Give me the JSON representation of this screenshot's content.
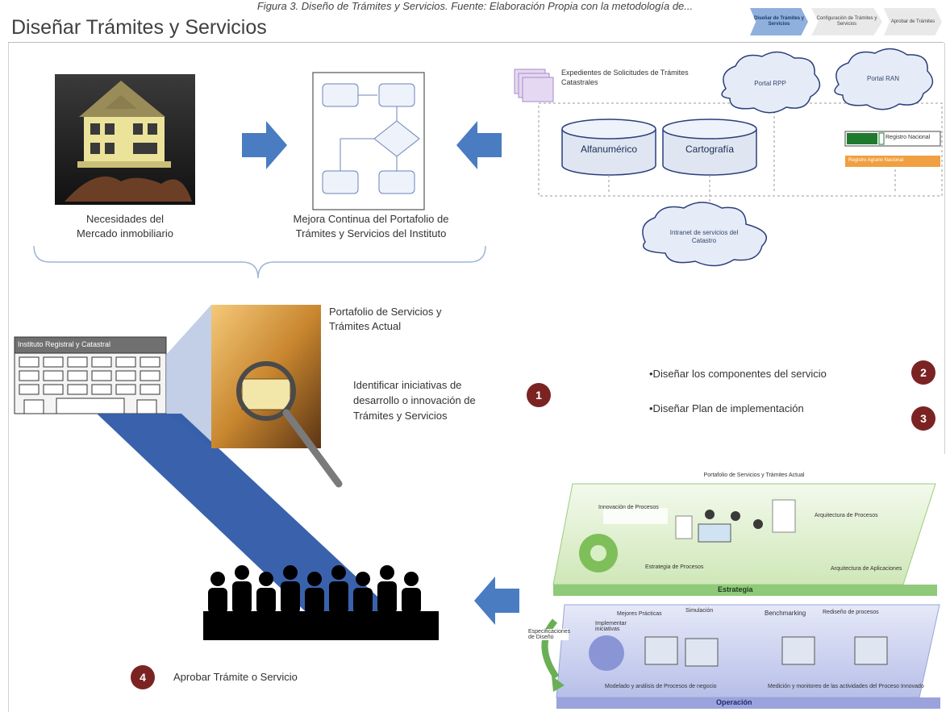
{
  "page": {
    "top_caption": "Figura 3. Diseño de Trámites y Servicios. Fuente: Elaboración Propia con la metodología de...",
    "title": "Diseñar Trámites y Servicios"
  },
  "process_steps": [
    {
      "label": "Diseñar de Trámites y Servicios",
      "active": true
    },
    {
      "label": "Configuración de Trámites y Servicios",
      "active": false
    },
    {
      "label": "Aprobar de Trámites",
      "active": false
    }
  ],
  "diagram": {
    "market_label": "Necesidades del Mercado inmobiliario",
    "portfolio_improvement_label": "Mejora Continua del Portafolio de Trámites y Servicios del Instituto",
    "expedientes_label": "Expedientes de Solicitudes de Trámites Catastrales",
    "db_alfanumerico": "Alfanumérico",
    "db_cartografia": "Cartografía",
    "cloud_rpp": "Portal RPP",
    "cloud_ran": "Portal RAN",
    "cloud_intranet": "Intranet de servicios del Catastro",
    "registro_nacional": "Registro Nacional",
    "orange_bar_text": "Registro Agrario Nacional",
    "building_sign": "Instituto Registral y Catastral",
    "current_portfolio_label": "Portafolio de Servicios y Trámites Actual",
    "identify_initiatives": "Identificar iniciativas de desarrollo o innovación de Trámites y Servicios",
    "design_components": "•Diseñar los componentes del servicio",
    "design_plan": "•Diseñar Plan de implementación",
    "approve": "Aprobar Trámite o Servicio",
    "badges": [
      "1",
      "2",
      "3",
      "4"
    ],
    "bpm_header": "Portafolio de Servicios y Trámites Actual",
    "bpm_innovacion": "Innovación de Procesos",
    "bpm_arquitectura": "Arquitectura de Procesos",
    "bpm_estrategia_proc": "Estrategia de Procesos",
    "bpm_arq_aplicaciones": "Arquitectura de Aplicaciones",
    "bpm_estrategia": "Estrategia",
    "bpm_mejores_practicas": "Mejores Prácticas",
    "bpm_simulacion": "Simulación",
    "bpm_benchmarking": "Benchmarking",
    "bpm_rediseno": "Rediseño de procesos",
    "bpm_implementar": "Implementar iniciativas",
    "bpm_especificaciones": "Especificaciones de Diseño",
    "bpm_modelado": "Modelado y análisis de Procesos de negocio",
    "bpm_medicion": "Medición y monitoreo de las actividades del Proceso Innovado",
    "bpm_operacion": "Operación"
  },
  "colors": {
    "arrow_blue": "#4a7cc2",
    "badge_red": "#7b2323",
    "cloud_fill": "#e6ecf7",
    "cloud_stroke": "#2b3f7a",
    "db_fill": "#dfe6f2",
    "beam_blue": "#2f5aa8",
    "chevron_active": "#8fb0dd"
  },
  "icons": [
    "house-icon",
    "flowchart-icon",
    "building-icon",
    "magnifier-icon",
    "people-icon",
    "database-icon",
    "cloud-icon",
    "documents-icon"
  ]
}
